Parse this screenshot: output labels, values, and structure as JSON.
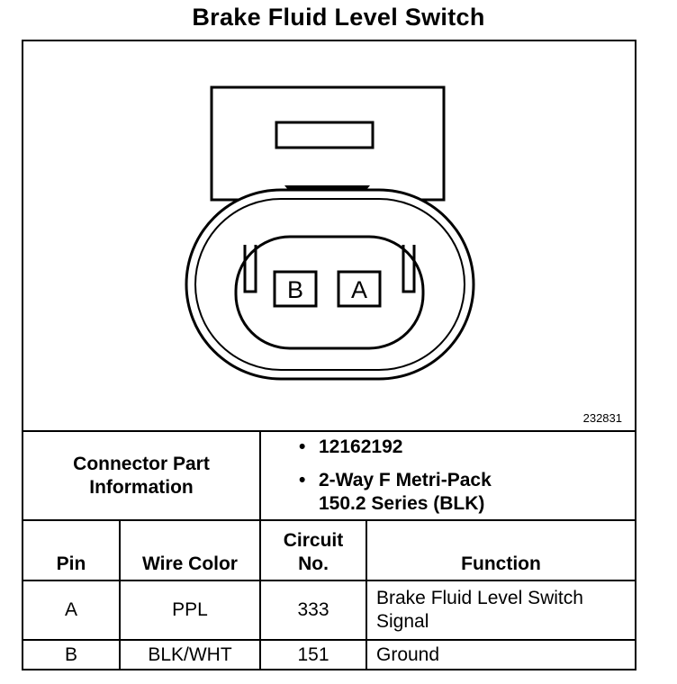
{
  "title": "Brake Fluid Level Switch",
  "figure_number": "232831",
  "connector": {
    "cavity_labels": [
      "B",
      "A"
    ]
  },
  "connector_info": {
    "label": "Connector Part Information",
    "items": [
      "12162192",
      "2-Way F Metri-Pack 150.2 Series (BLK)"
    ]
  },
  "table": {
    "headers": [
      "Pin",
      "Wire Color",
      "Circuit No.",
      "Function"
    ],
    "rows": [
      {
        "pin": "A",
        "wire_color": "PPL",
        "circuit": "333",
        "function": "Brake Fluid Level Switch Signal"
      },
      {
        "pin": "B",
        "wire_color": "BLK/WHT",
        "circuit": "151",
        "function": "Ground"
      }
    ]
  }
}
